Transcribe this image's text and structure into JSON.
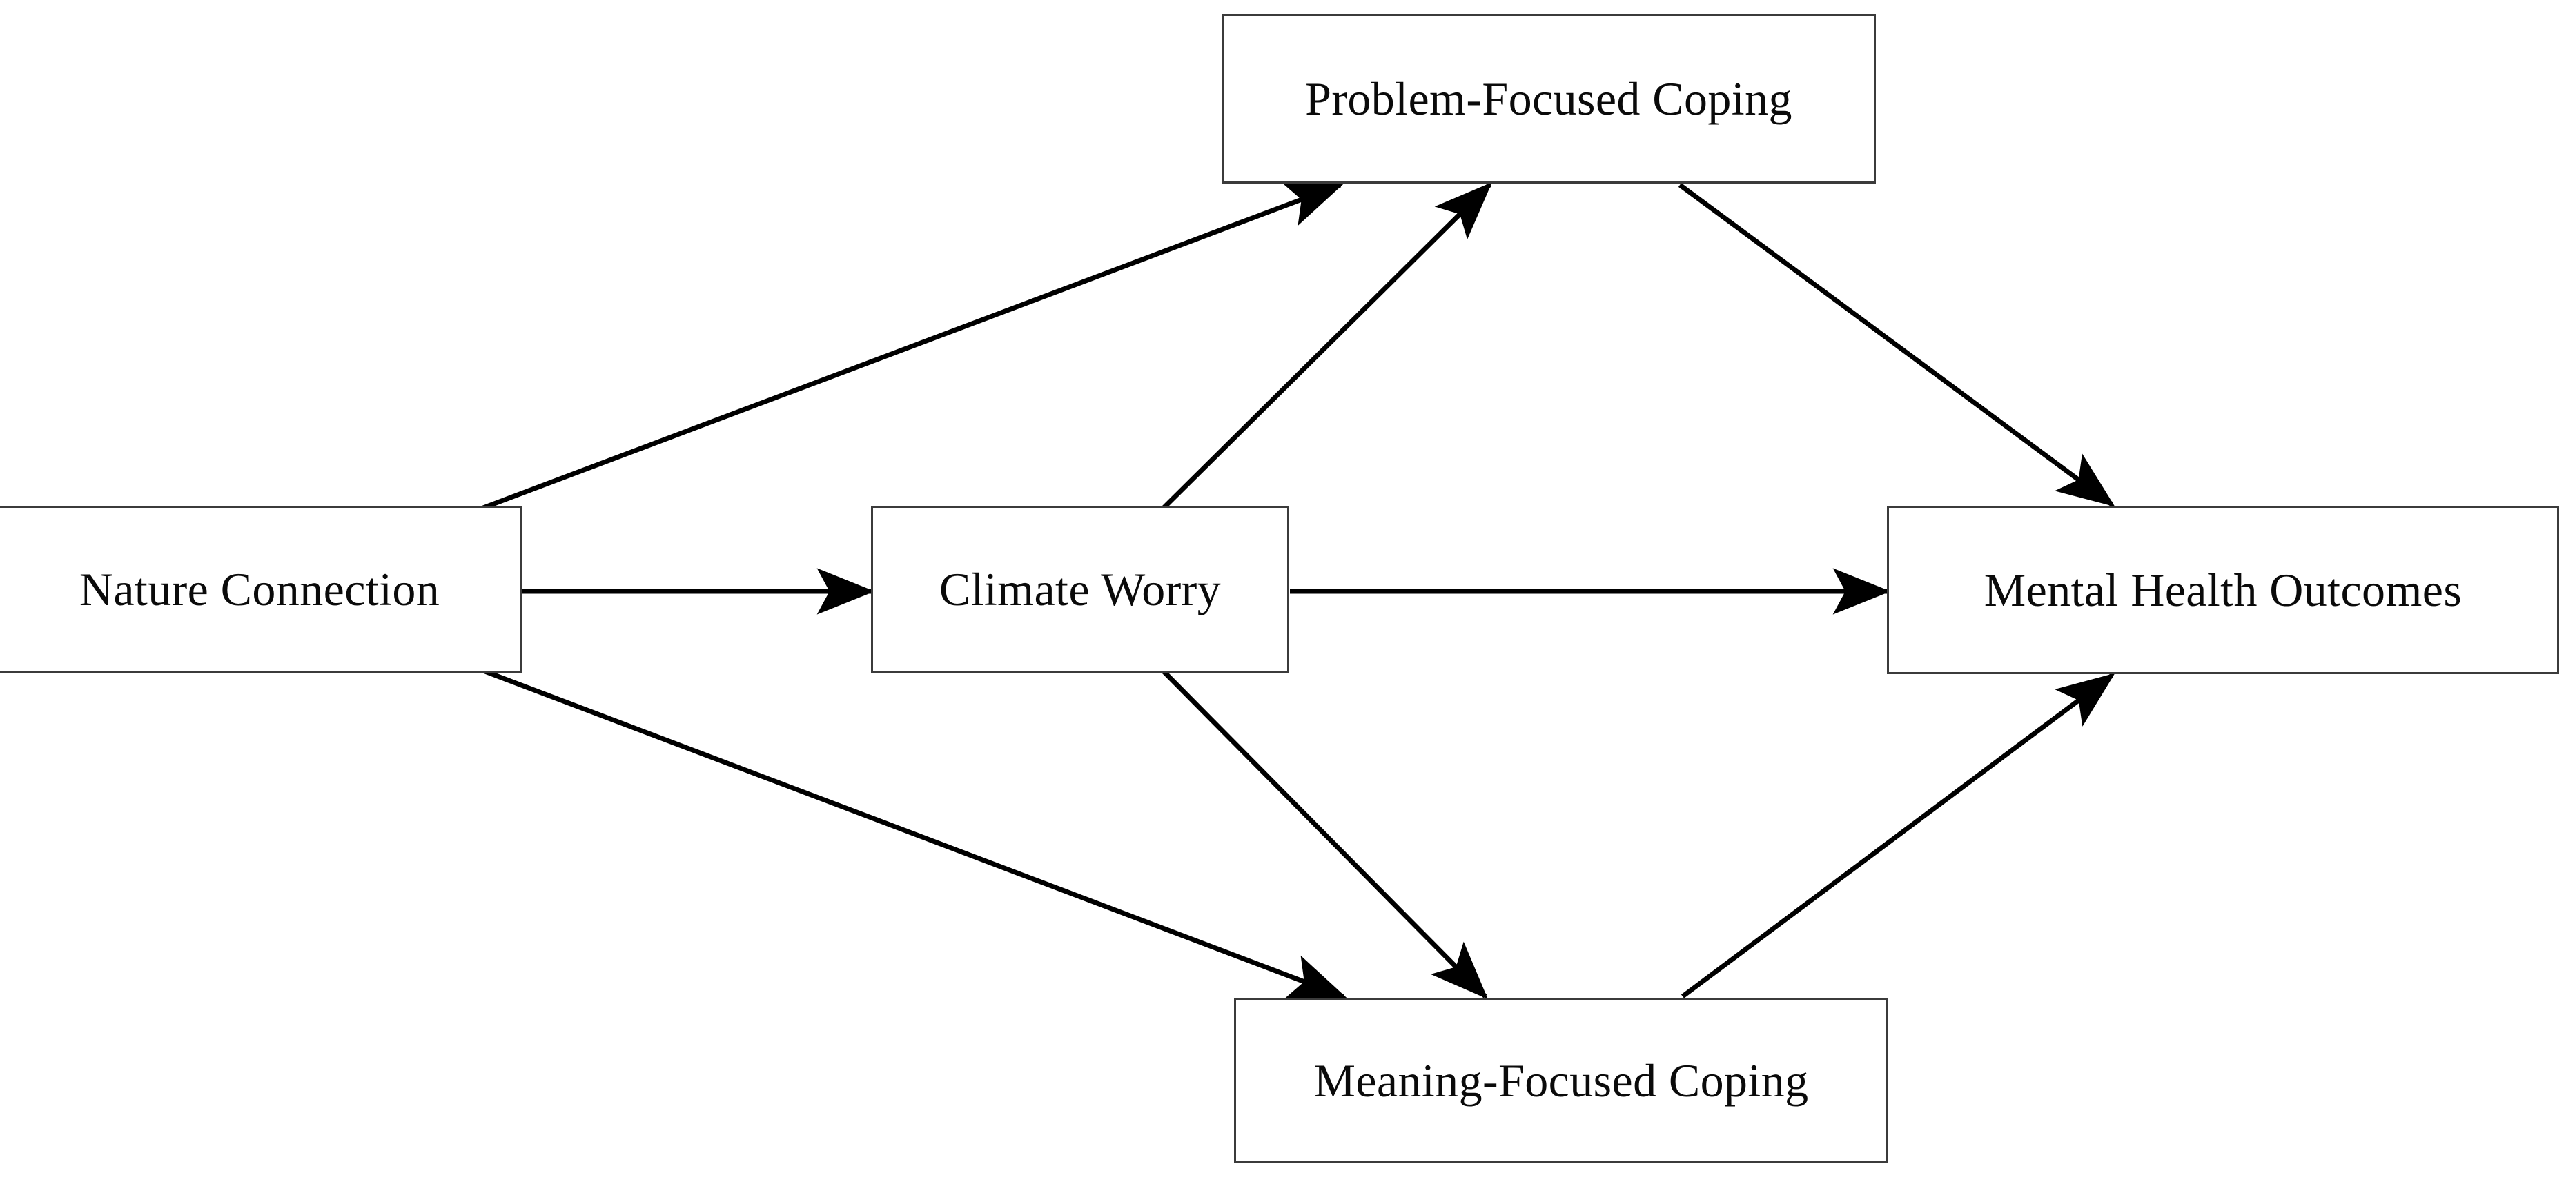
{
  "diagram": {
    "type": "path-model",
    "title": "",
    "background_color": "#ffffff",
    "node_border_color": "#3b3b3b",
    "edge_color": "#000000",
    "text_color": "#0a0a0a",
    "nodes": [
      {
        "id": "nature_connection",
        "label": "Nature Connection"
      },
      {
        "id": "climate_worry",
        "label": "Climate Worry"
      },
      {
        "id": "problem_focused_coping",
        "label": "Problem-Focused Coping"
      },
      {
        "id": "meaning_focused_coping",
        "label": "Meaning-Focused Coping"
      },
      {
        "id": "mental_health_outcomes",
        "label": "Mental Health Outcomes"
      }
    ],
    "edges": [
      {
        "from": "nature_connection",
        "to": "problem_focused_coping",
        "label": ""
      },
      {
        "from": "nature_connection",
        "to": "climate_worry",
        "label": ""
      },
      {
        "from": "nature_connection",
        "to": "meaning_focused_coping",
        "label": ""
      },
      {
        "from": "climate_worry",
        "to": "problem_focused_coping",
        "label": ""
      },
      {
        "from": "climate_worry",
        "to": "mental_health_outcomes",
        "label": ""
      },
      {
        "from": "climate_worry",
        "to": "meaning_focused_coping",
        "label": ""
      },
      {
        "from": "problem_focused_coping",
        "to": "mental_health_outcomes",
        "label": ""
      },
      {
        "from": "meaning_focused_coping",
        "to": "mental_health_outcomes",
        "label": ""
      }
    ]
  }
}
